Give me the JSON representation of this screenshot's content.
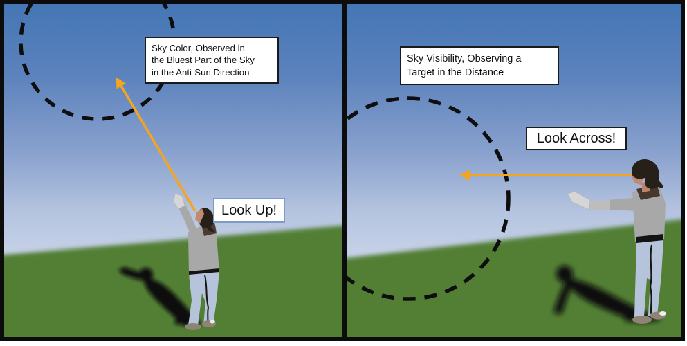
{
  "panels": {
    "left": {
      "caption": "Sky Color, Observed in\nthe Bluest Part of the Sky\nin the Anti-Sun Direction",
      "action_label": "Look Up!"
    },
    "right": {
      "caption": "Sky Visibility, Observing a\nTarget in the Distance",
      "action_label": "Look Across!"
    }
  },
  "colors": {
    "sky_top": "#4476b5",
    "sky_horizon": "#d8dff0",
    "grass": "#527f36",
    "arrow": "#f5a51d",
    "circle_dash": "#0e0e0e",
    "frame": "#0c0c0c",
    "look_up_border": "#7d9cc8",
    "caption_border": "#1a1a1a",
    "shadow": "#0a0a0a",
    "sweater": "#a8a8a8",
    "jeans": "#b5c4da",
    "skin": "#c18b72",
    "hair": "#262019"
  }
}
